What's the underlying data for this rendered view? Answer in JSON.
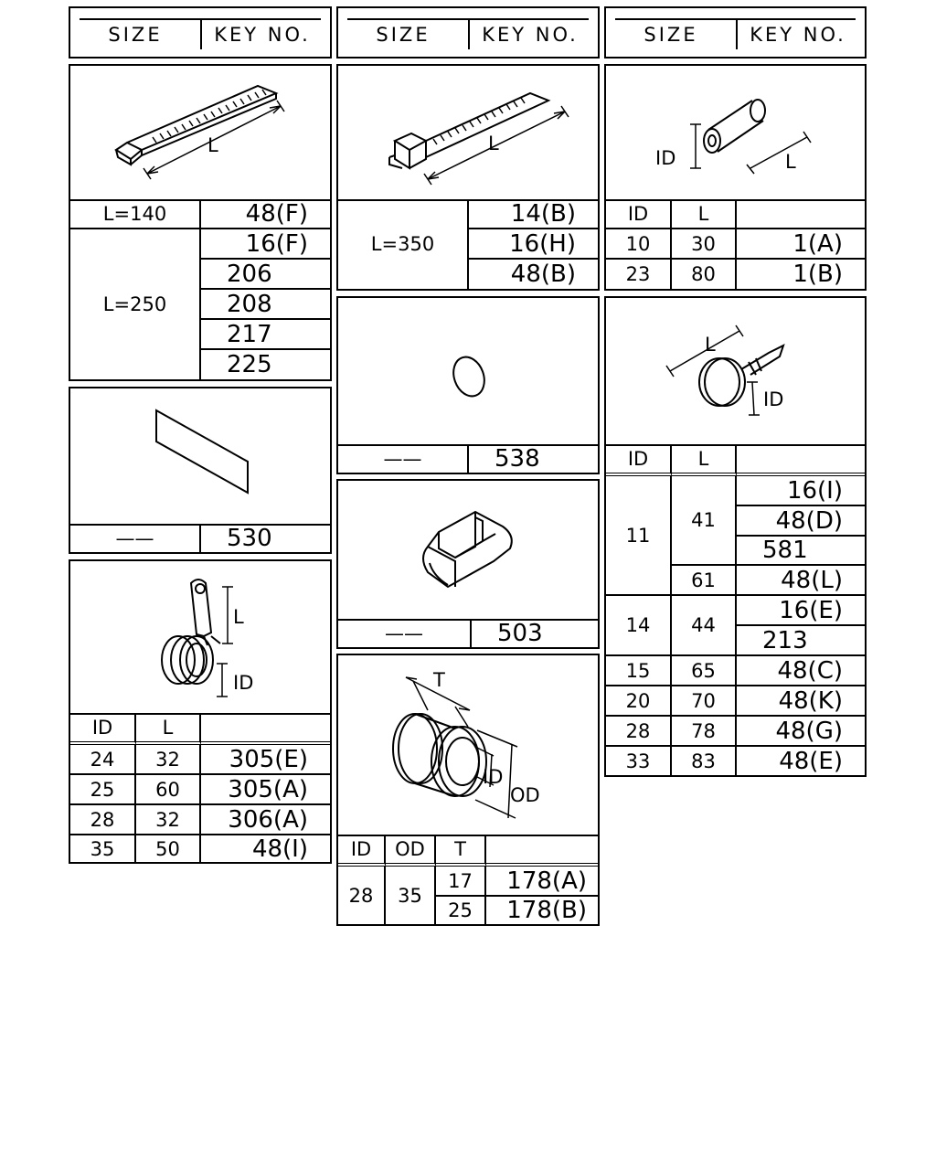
{
  "header": {
    "size": "SIZE",
    "key_no": "KEY NO."
  },
  "col1": {
    "tie": {
      "dim": "L",
      "rows": [
        {
          "size": "L=140",
          "keys": [
            "48(F)"
          ]
        },
        {
          "size": "L=250",
          "keys": [
            "16(F)",
            "206",
            "208",
            "217",
            "225"
          ]
        }
      ]
    },
    "tape": {
      "size": "——",
      "key": "530"
    },
    "clamp": {
      "dim_l": "L",
      "dim_id": "ID",
      "cols": [
        "ID",
        "L",
        ""
      ],
      "rows": [
        {
          "id": "24",
          "l": "32",
          "key": "305(E)"
        },
        {
          "id": "25",
          "l": "60",
          "key": "305(A)"
        },
        {
          "id": "28",
          "l": "32",
          "key": "306(A)"
        },
        {
          "id": "35",
          "l": "50",
          "key": "48(I)"
        }
      ]
    }
  },
  "col2": {
    "tie": {
      "dim": "L",
      "size": "L=350",
      "keys": [
        "14(B)",
        "16(H)",
        "48(B)"
      ]
    },
    "plug": {
      "size": "——",
      "key": "538"
    },
    "cushion": {
      "size": "——",
      "key": "503"
    },
    "grommet": {
      "dim_t": "T",
      "dim_id": "ID",
      "dim_od": "OD",
      "cols": [
        "ID",
        "OD",
        "T",
        ""
      ],
      "id": "28",
      "od": "35",
      "rows": [
        {
          "t": "17",
          "key": "178(A)"
        },
        {
          "t": "25",
          "key": "178(B)"
        }
      ]
    }
  },
  "col3": {
    "tube": {
      "dim_id": "ID",
      "dim_l": "L",
      "cols": [
        "ID",
        "L",
        ""
      ],
      "rows": [
        {
          "id": "10",
          "l": "30",
          "key": "1(A)"
        },
        {
          "id": "23",
          "l": "80",
          "key": "1(B)"
        }
      ]
    },
    "band": {
      "dim_l": "L",
      "dim_id": "ID",
      "cols": [
        "ID",
        "L",
        ""
      ],
      "g11": {
        "id": "11",
        "l41": "41",
        "k41": [
          "16(I)",
          "48(D)",
          "581"
        ],
        "l61": "61",
        "k61": "48(L)"
      },
      "g14": {
        "id": "14",
        "l": "44",
        "keys": [
          "16(E)",
          "213"
        ]
      },
      "rows": [
        {
          "id": "15",
          "l": "65",
          "key": "48(C)"
        },
        {
          "id": "20",
          "l": "70",
          "key": "48(K)"
        },
        {
          "id": "28",
          "l": "78",
          "key": "48(G)"
        },
        {
          "id": "33",
          "l": "83",
          "key": "48(E)"
        }
      ]
    }
  }
}
